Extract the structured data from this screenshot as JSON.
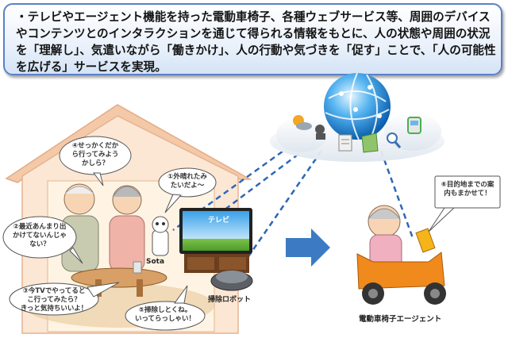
{
  "header": {
    "text": "・テレビやエージェント機能を持った電動車椅子、各種ウェブサービス等、周囲のデバイスやコンテンツとのインタラクションを通じて得られる情報をもとに、人の状態や周囲の状況を「理解し」、気遣いながら「働きかけ」、人の行動や気づきを「促す」ことで、「人の可能性を広げる」サービスを実現。"
  },
  "bubbles": [
    {
      "id": "b4",
      "lines": [
        "④せっかくだか",
        "ら行ってみよう",
        "かしら？"
      ]
    },
    {
      "id": "b1",
      "lines": [
        "①外晴れたみ",
        "たいだよ～"
      ]
    },
    {
      "id": "b2",
      "lines": [
        "②最近あんまり出",
        "かけてないんじゃ",
        "ない？"
      ]
    },
    {
      "id": "b3",
      "lines": [
        "③今TVでやってると",
        "こ行ってみたら？",
        "きっと気持ちいいよ！"
      ]
    },
    {
      "id": "b5",
      "lines": [
        "⑤掃除しとくね。",
        "いってらっしゃい！"
      ]
    },
    {
      "id": "b6",
      "lines": [
        "⑥目的地までの案",
        "内もまかせて！"
      ]
    }
  ],
  "labels": {
    "tv": "テレビ",
    "robot": "Sota",
    "vacuum": "掃除ロボット",
    "wheelchair": "電動車椅子エージェント"
  },
  "colors": {
    "banner_border": "#5b80c8",
    "house_wall": "#fbe6d2",
    "house_outline": "#e6b391",
    "link_dash": "#2e68b6",
    "arrow": "#3c7bc4",
    "scooter": "#f08a1c"
  }
}
